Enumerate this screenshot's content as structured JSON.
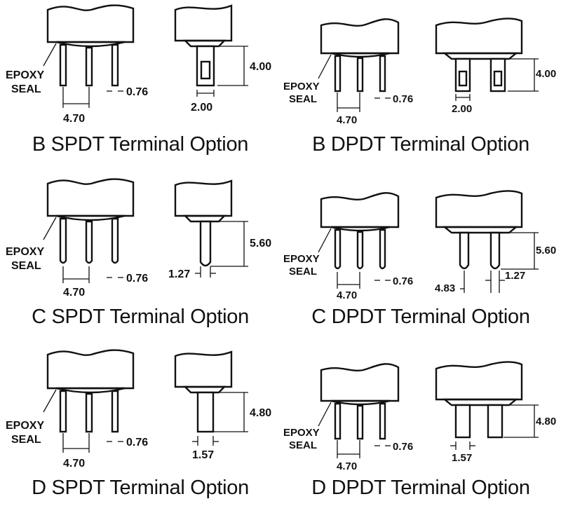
{
  "panels": [
    {
      "id": "b-spdt",
      "caption": "B SPDT Terminal Option",
      "epoxy_line1": "EPOXY",
      "epoxy_line2": "SEAL",
      "pitch": "4.70",
      "pin_width": "0.76",
      "side_length": "4.00",
      "side_width": "2.00"
    },
    {
      "id": "b-dpdt",
      "caption": "B DPDT Terminal Option",
      "epoxy_line1": "EPOXY",
      "epoxy_line2": "SEAL",
      "pitch": "4.70",
      "pin_width": "0.76",
      "side_length": "4.00",
      "side_width": "2.00"
    },
    {
      "id": "c-spdt",
      "caption": "C SPDT Terminal Option",
      "epoxy_line1": "EPOXY",
      "epoxy_line2": "SEAL",
      "pitch": "4.70",
      "pin_width": "0.76",
      "side_length": "5.60",
      "side_width": "1.27"
    },
    {
      "id": "c-dpdt",
      "caption": "C DPDT Terminal Option",
      "epoxy_line1": "EPOXY",
      "epoxy_line2": "SEAL",
      "pitch": "4.70",
      "pin_width": "0.76",
      "side_length": "5.60",
      "side_width": "1.27",
      "side_pitch": "4.83"
    },
    {
      "id": "d-spdt",
      "caption": "D SPDT Terminal Option",
      "epoxy_line1": "EPOXY",
      "epoxy_line2": "SEAL",
      "pitch": "4.70",
      "pin_width": "0.76",
      "side_length": "4.80",
      "side_width": "1.57"
    },
    {
      "id": "d-dpdt",
      "caption": "D DPDT Terminal Option",
      "epoxy_line1": "EPOXY",
      "epoxy_line2": "SEAL",
      "pitch": "4.70",
      "pin_width": "0.76",
      "side_length": "4.80",
      "side_width": "1.57"
    }
  ]
}
